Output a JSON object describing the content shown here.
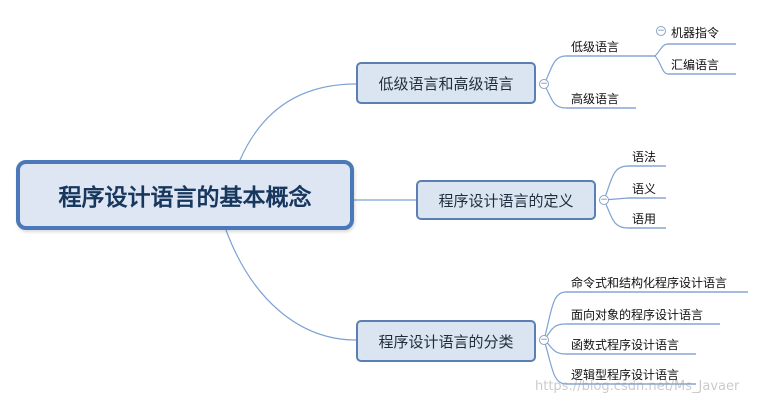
{
  "root": {
    "label": "程序设计语言的基本概念"
  },
  "branches": {
    "levels": {
      "label": "低级语言和高级语言"
    },
    "definition": {
      "label": "程序设计语言的定义"
    },
    "classification": {
      "label": "程序设计语言的分类"
    }
  },
  "leaves": {
    "low_level": "低级语言",
    "machine_instructions": "机器指令",
    "assembly": "汇编语言",
    "high_level": "高级语言",
    "syntax": "语法",
    "semantics": "语义",
    "pragmatics": "语用",
    "imperative": "命令式和结构化程序设计语言",
    "object_oriented": "面向对象的程序设计语言",
    "functional": "函数式程序设计语言",
    "logic": "逻辑型程序设计语言"
  },
  "collapse_symbol": "−",
  "watermark": "https://blog.csdn.net/Ms_Javaer",
  "colors": {
    "line": "#7ea3d3",
    "node_fill": "#dbe5f1",
    "node_border": "#5b7fb3"
  }
}
